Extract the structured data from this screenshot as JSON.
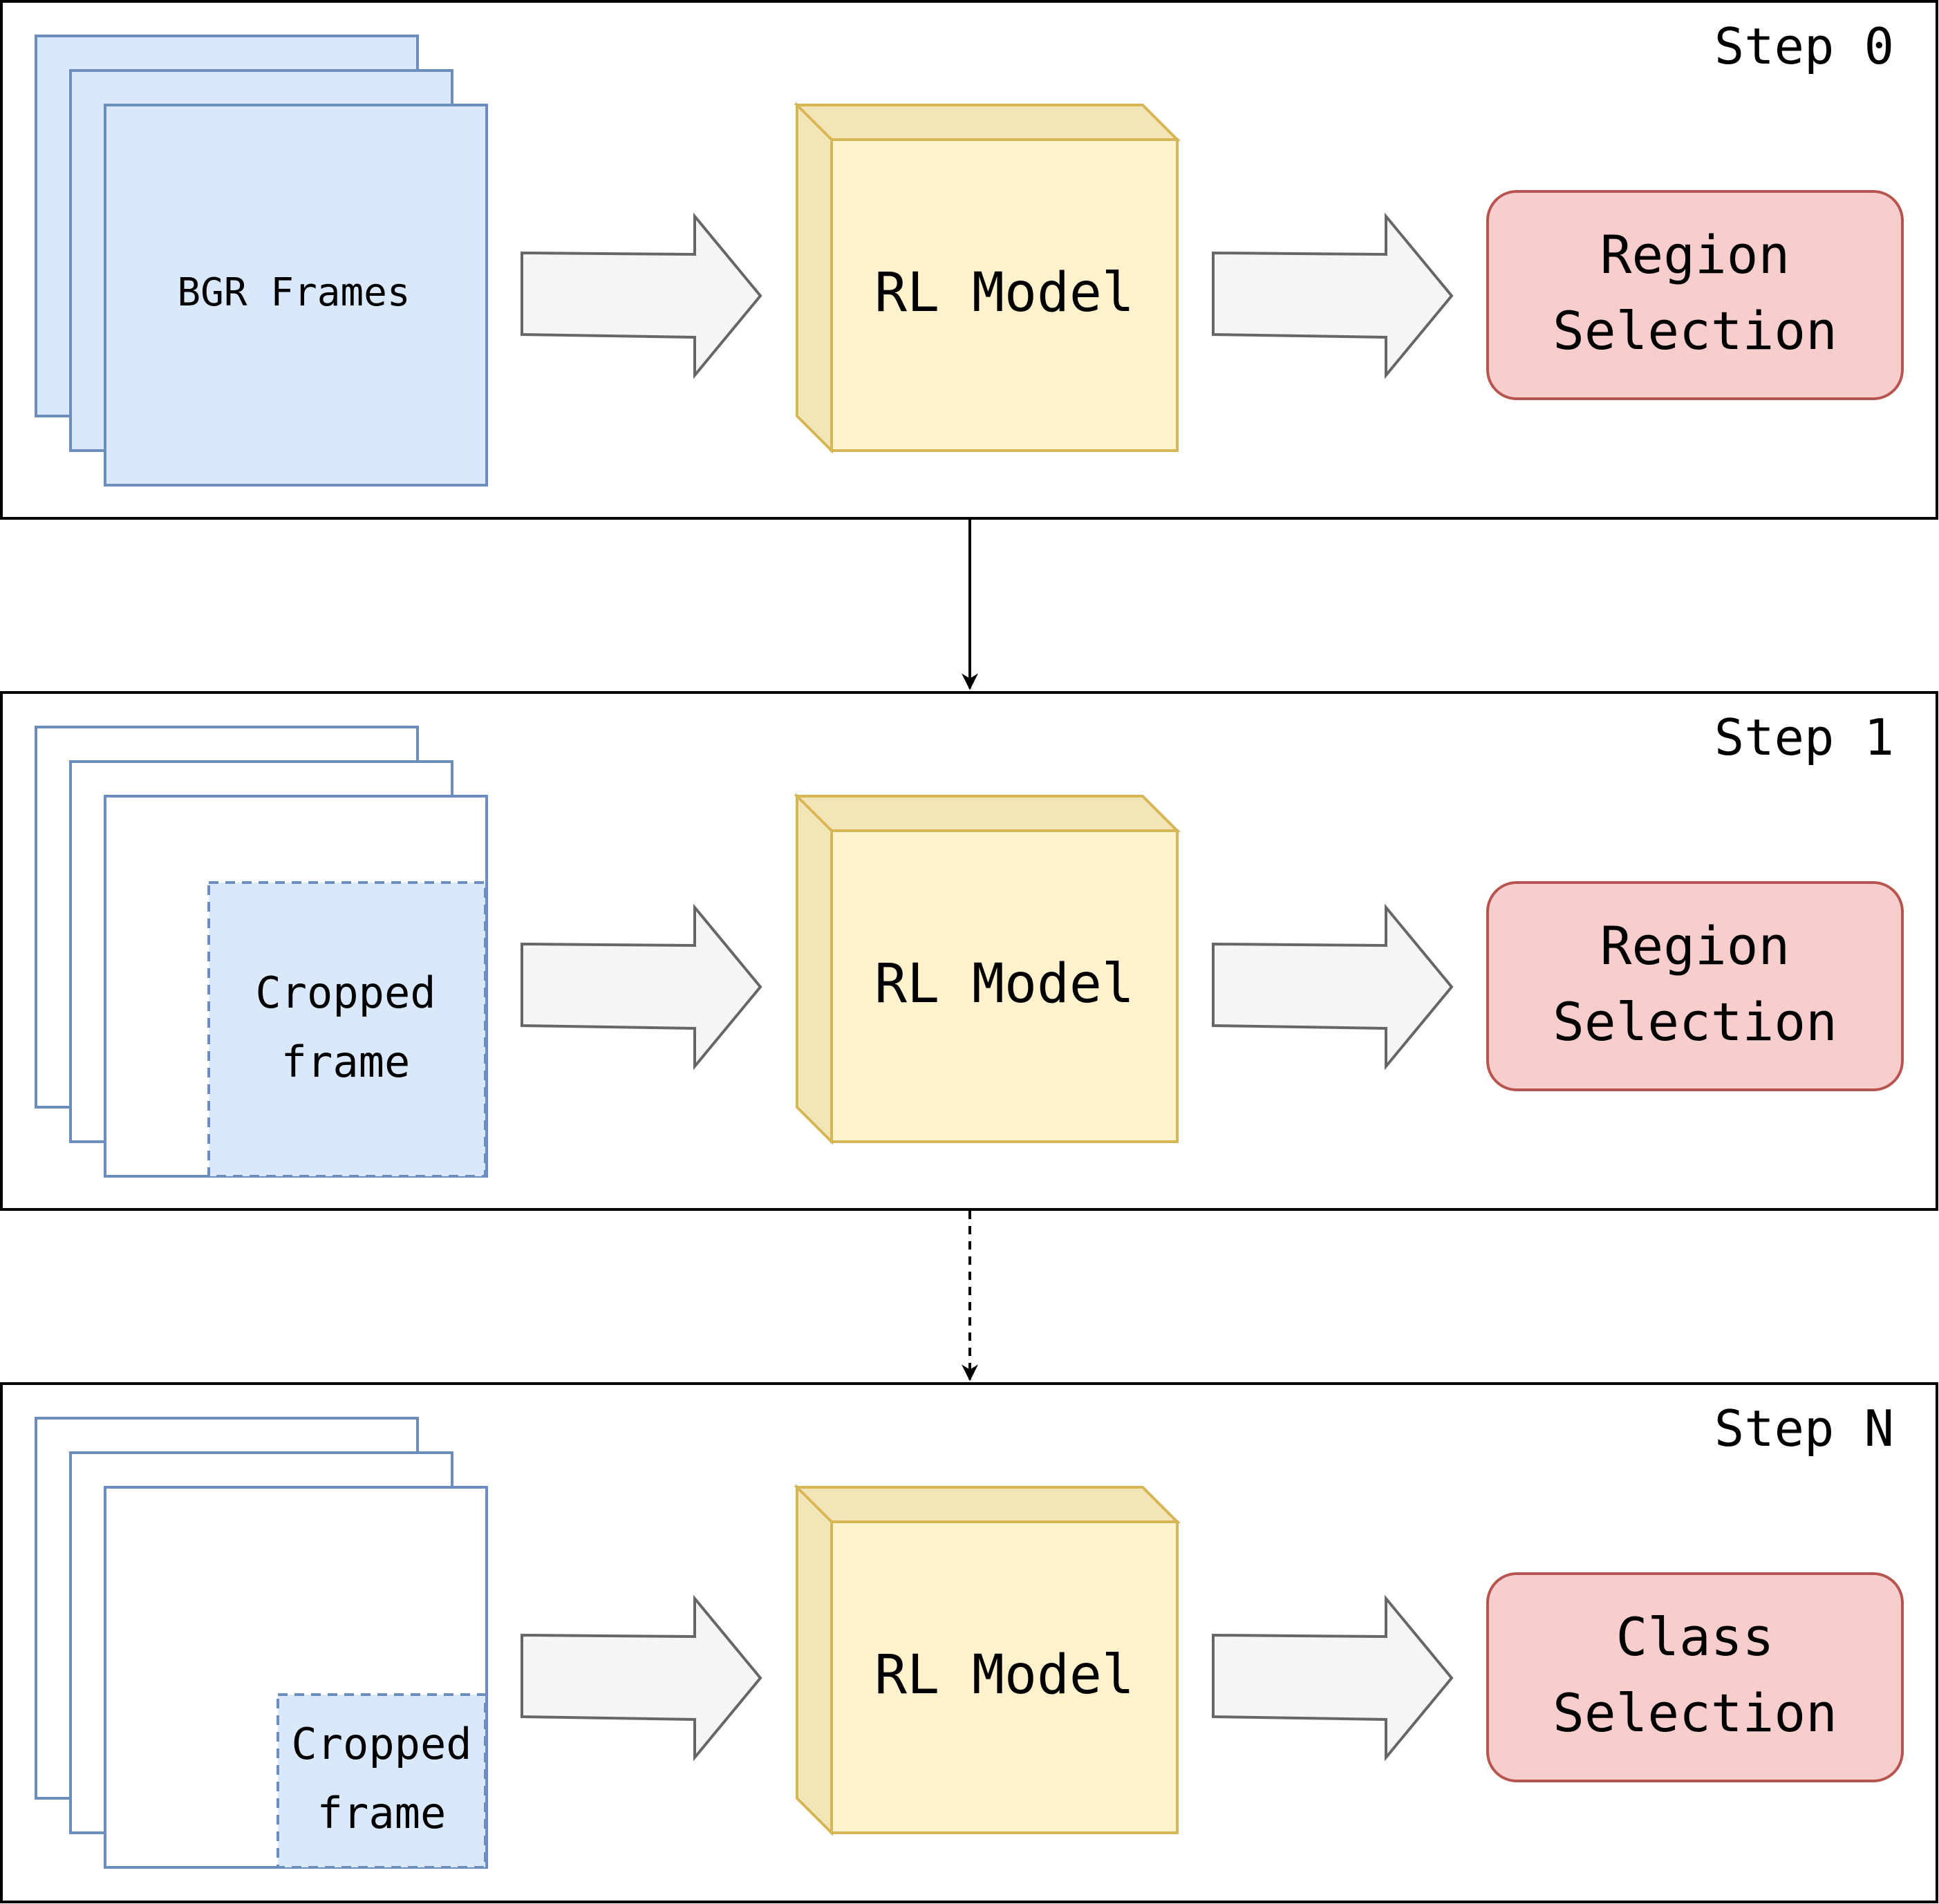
{
  "colors": {
    "frame_fill": "#dae8fc",
    "frame_stroke": "#6c8ebf",
    "model_fill": "#fff2cc",
    "model_side": "#f2e6b8",
    "model_stroke": "#d6b656",
    "output_fill": "#f8cecc",
    "output_stroke": "#b85450",
    "arrow_fill": "#f5f5f5",
    "arrow_stroke": "#666666",
    "panel_stroke": "#000000"
  },
  "steps": [
    {
      "label": "Step 0",
      "frames_label": "BGR Frames",
      "model_label": "RL Model",
      "output_line1": "Region",
      "output_line2": "Selection"
    },
    {
      "label": "Step 1",
      "crop_line1": "Cropped",
      "crop_line2": "frame",
      "model_label": "RL Model",
      "output_line1": "Region",
      "output_line2": "Selection"
    },
    {
      "label": "Step N",
      "crop_line1": "Cropped",
      "crop_line2": "frame",
      "model_label": "RL Model",
      "output_line1": "Class",
      "output_line2": "Selection"
    }
  ]
}
